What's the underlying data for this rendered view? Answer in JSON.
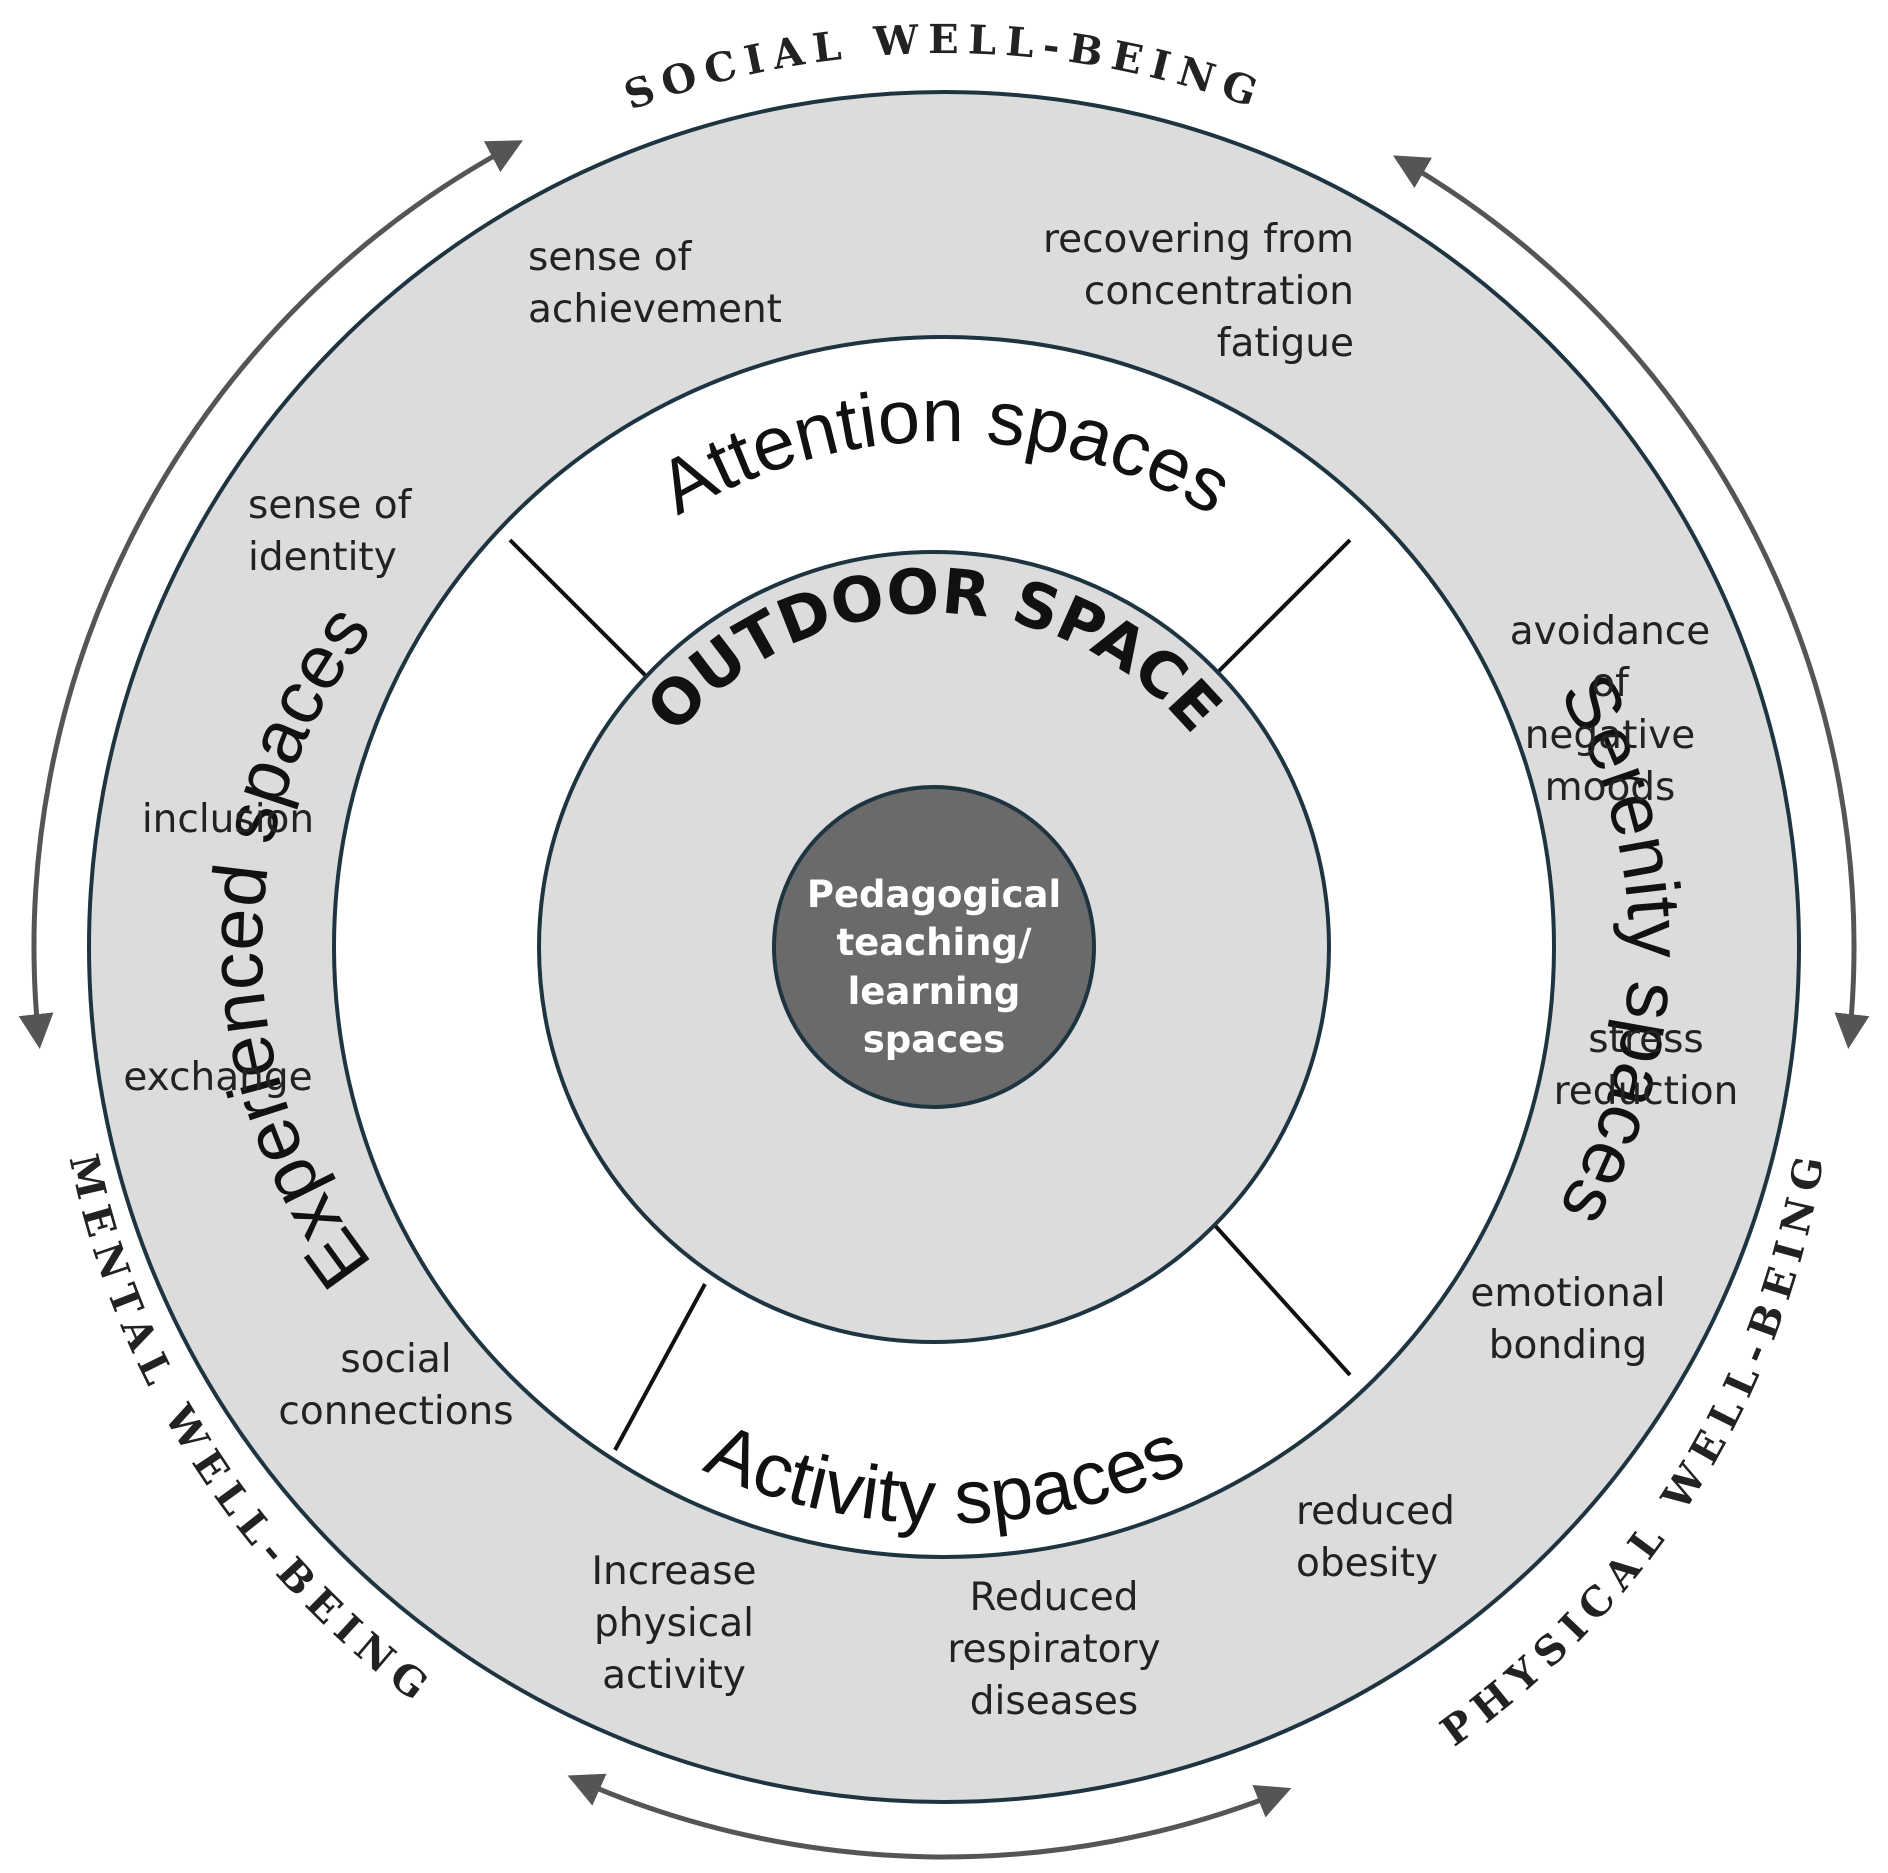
{
  "outer_labels": {
    "social": "SOCIAL WELL-BEING",
    "physical": "PHYSICAL WELL-BEING",
    "mental": "MENTAL WELL-BEING"
  },
  "spaces": {
    "attention": "Attention spaces",
    "serenity": "Serenity spaces",
    "activity": "Activity spaces",
    "experienced": "Experienced spaces"
  },
  "outdoor": "OUTDOOR SPACE",
  "core": [
    "Pedagogical",
    "teaching/",
    "learning",
    "spaces"
  ],
  "benefits": {
    "achievement": [
      "sense of",
      "achievement"
    ],
    "recovering": [
      "recovering from",
      "concentration",
      "fatigue"
    ],
    "identity": [
      "sense of",
      "identity"
    ],
    "avoidance": [
      "avoidance",
      "of",
      "negative",
      "moods"
    ],
    "inclusion": [
      "inclusion"
    ],
    "stress": [
      "stress",
      "reduction"
    ],
    "exchange": [
      "exchange"
    ],
    "emotional": [
      "emotional",
      "bonding"
    ],
    "social_connections": [
      "social",
      "connections"
    ],
    "obesity": [
      "reduced",
      "obesity"
    ],
    "physical_activity": [
      "Increase",
      "physical",
      "activity"
    ],
    "respiratory": [
      "Reduced",
      "respiratory",
      "diseases"
    ]
  },
  "colors": {
    "outer_ring": "#dcdcdc",
    "stroke": "#1e3440",
    "white_ring": "#ffffff",
    "outdoor_disc": "#dcdcdc",
    "core": "#6a6a6a",
    "arrow": "#555555"
  }
}
